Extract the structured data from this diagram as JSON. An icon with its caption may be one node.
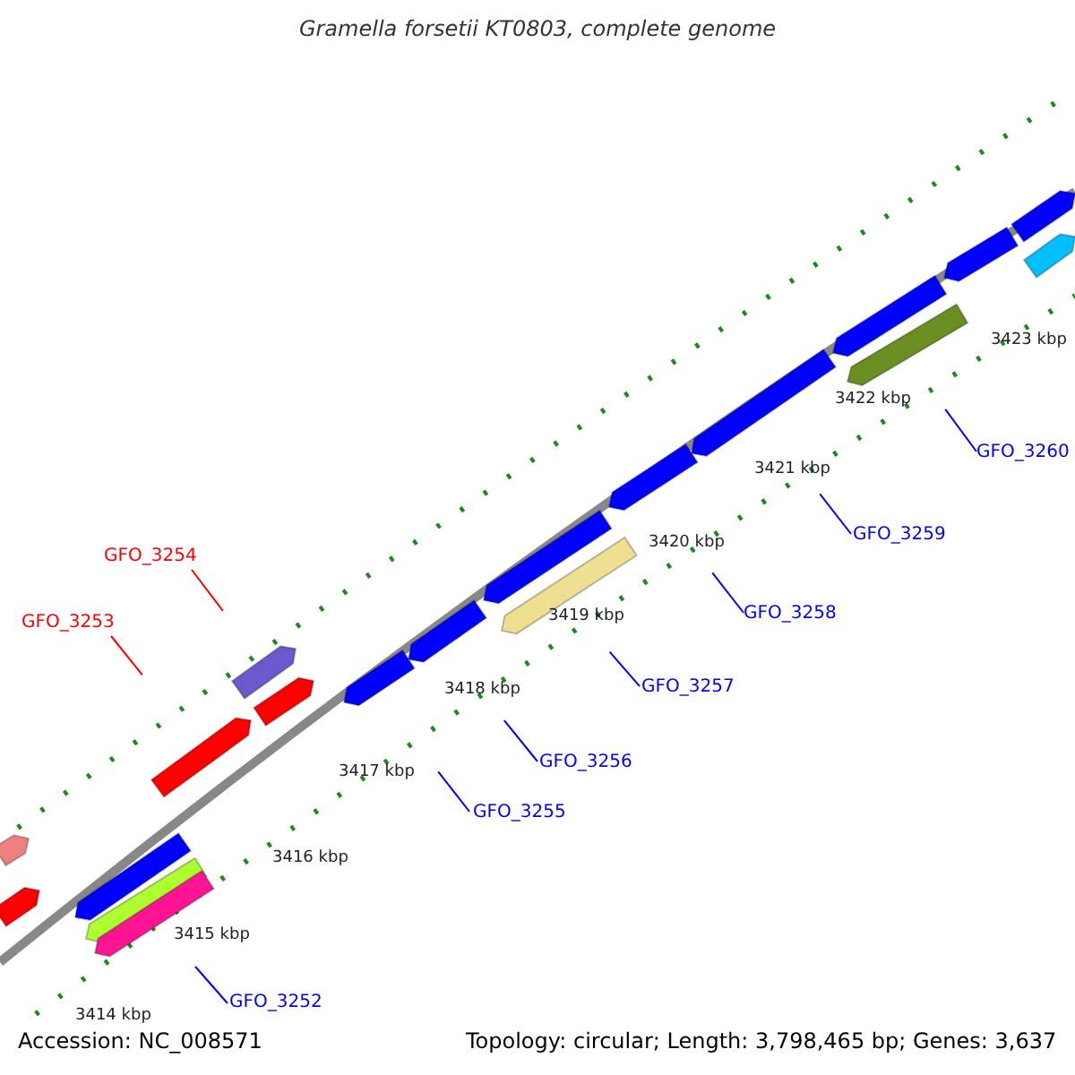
{
  "diagram": {
    "title": "Gramella forsetii KT0803, complete genome",
    "nodes": [
      {
        "text": [
          "GFO_3254"
        ]
      },
      {
        "text": [
          "GFO_3253"
        ]
      },
      {
        "text": [
          "GFO_3252"
        ]
      },
      {
        "text": [
          "GFO_3255"
        ]
      },
      {
        "text": [
          "GFO_3256"
        ]
      },
      {
        "text": [
          "GFO_3257"
        ]
      },
      {
        "text": [
          "GFO_3258"
        ]
      },
      {
        "text": [
          "GFO_3259"
        ]
      },
      {
        "text": [
          "GFO_3260"
        ]
      }
    ],
    "edges": [
      {
        "from": 0,
        "to": null,
        "arrow": "none",
        "color": "#ff0000"
      },
      {
        "from": 1,
        "to": null,
        "arrow": "none",
        "color": "#ff0000"
      },
      {
        "from": 2,
        "to": null,
        "arrow": "none"
      },
      {
        "from": 3,
        "to": null,
        "arrow": "none"
      },
      {
        "from": 4,
        "to": null,
        "arrow": "none"
      },
      {
        "from": 5,
        "to": null,
        "arrow": "none"
      },
      {
        "from": 6,
        "to": null,
        "arrow": "none"
      },
      {
        "from": 7,
        "to": null,
        "arrow": "none"
      },
      {
        "from": 8,
        "to": null,
        "arrow": "none"
      }
    ],
    "labels": [
      "3423 kbp",
      "3422 kbp",
      "3421 kbp",
      "3420 kbp",
      "3419 kbp",
      "3418 kbp",
      "3417 kbp",
      "3416 kbp",
      "3415 kbp",
      "3414 kbp",
      "Accession: NC_008571",
      "Topology: circular; Length: 3,798,465 bp; Genes: 3,637"
    ]
  }
}
